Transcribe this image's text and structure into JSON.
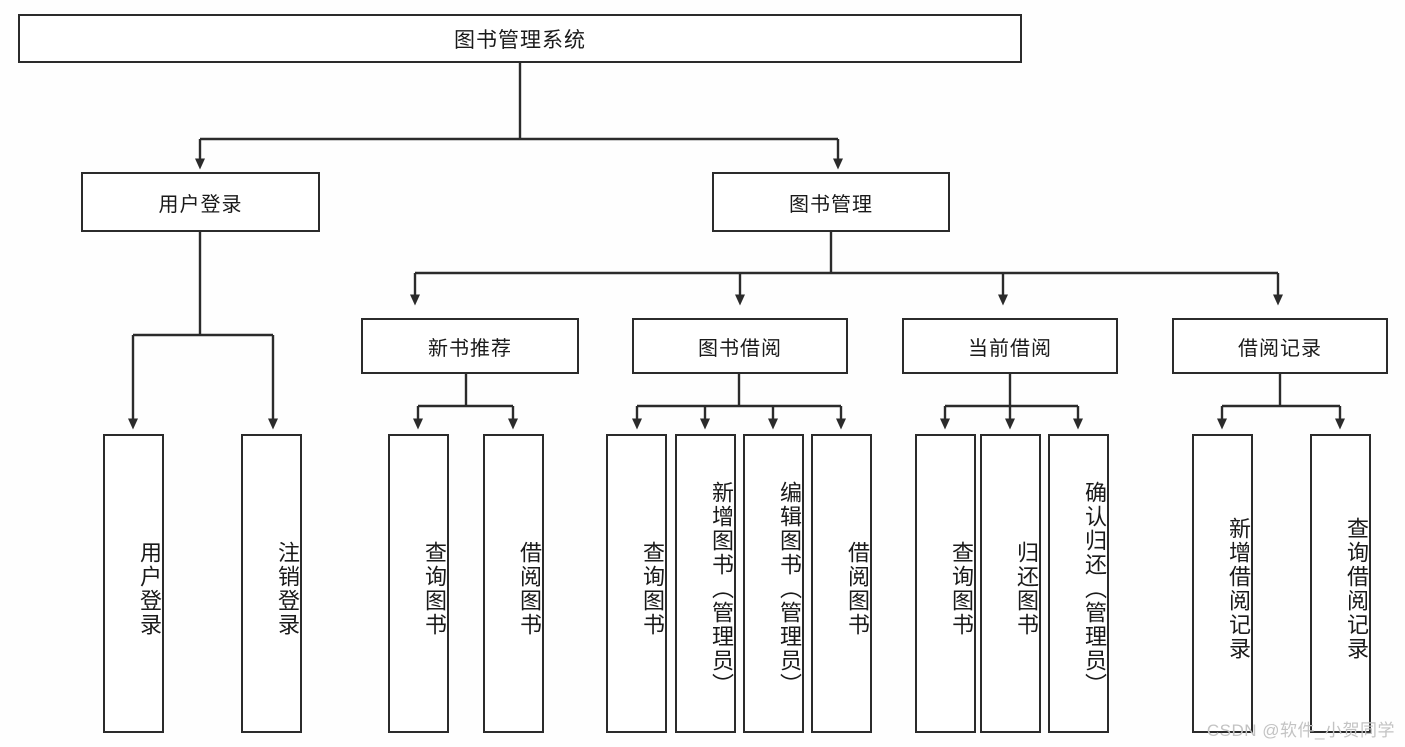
{
  "diagram": {
    "type": "tree-hierarchy",
    "title": "图书管理系统",
    "background_color": "#ffffff",
    "line_color": "#2b2b2b",
    "text_color": "#1a1a1a",
    "root": {
      "label": "图书管理系统"
    },
    "level1": [
      {
        "label": "用户登录"
      },
      {
        "label": "图书管理"
      }
    ],
    "level2": [
      {
        "label": "新书推荐",
        "parent": "图书管理"
      },
      {
        "label": "图书借阅",
        "parent": "图书管理"
      },
      {
        "label": "当前借阅",
        "parent": "图书管理"
      },
      {
        "label": "借阅记录",
        "parent": "图书管理"
      }
    ],
    "leaves": [
      {
        "label": "用户登录",
        "parent": "用户登录"
      },
      {
        "label": "注销登录",
        "parent": "用户登录"
      },
      {
        "label": "查询图书",
        "parent": "新书推荐"
      },
      {
        "label": "借阅图书",
        "parent": "新书推荐"
      },
      {
        "label": "查询图书",
        "parent": "图书借阅"
      },
      {
        "label": "新增图书（管理员）",
        "parent": "图书借阅"
      },
      {
        "label": "编辑图书（管理员）",
        "parent": "图书借阅"
      },
      {
        "label": "借阅图书",
        "parent": "图书借阅"
      },
      {
        "label": "查询图书",
        "parent": "当前借阅"
      },
      {
        "label": "归还图书",
        "parent": "当前借阅"
      },
      {
        "label": "确认归还（管理员）",
        "parent": "当前借阅"
      },
      {
        "label": "新增借阅记录",
        "parent": "借阅记录"
      },
      {
        "label": "查询借阅记录",
        "parent": "借阅记录"
      }
    ]
  },
  "watermark": {
    "text": "CSDN @软件_小贺同学"
  }
}
